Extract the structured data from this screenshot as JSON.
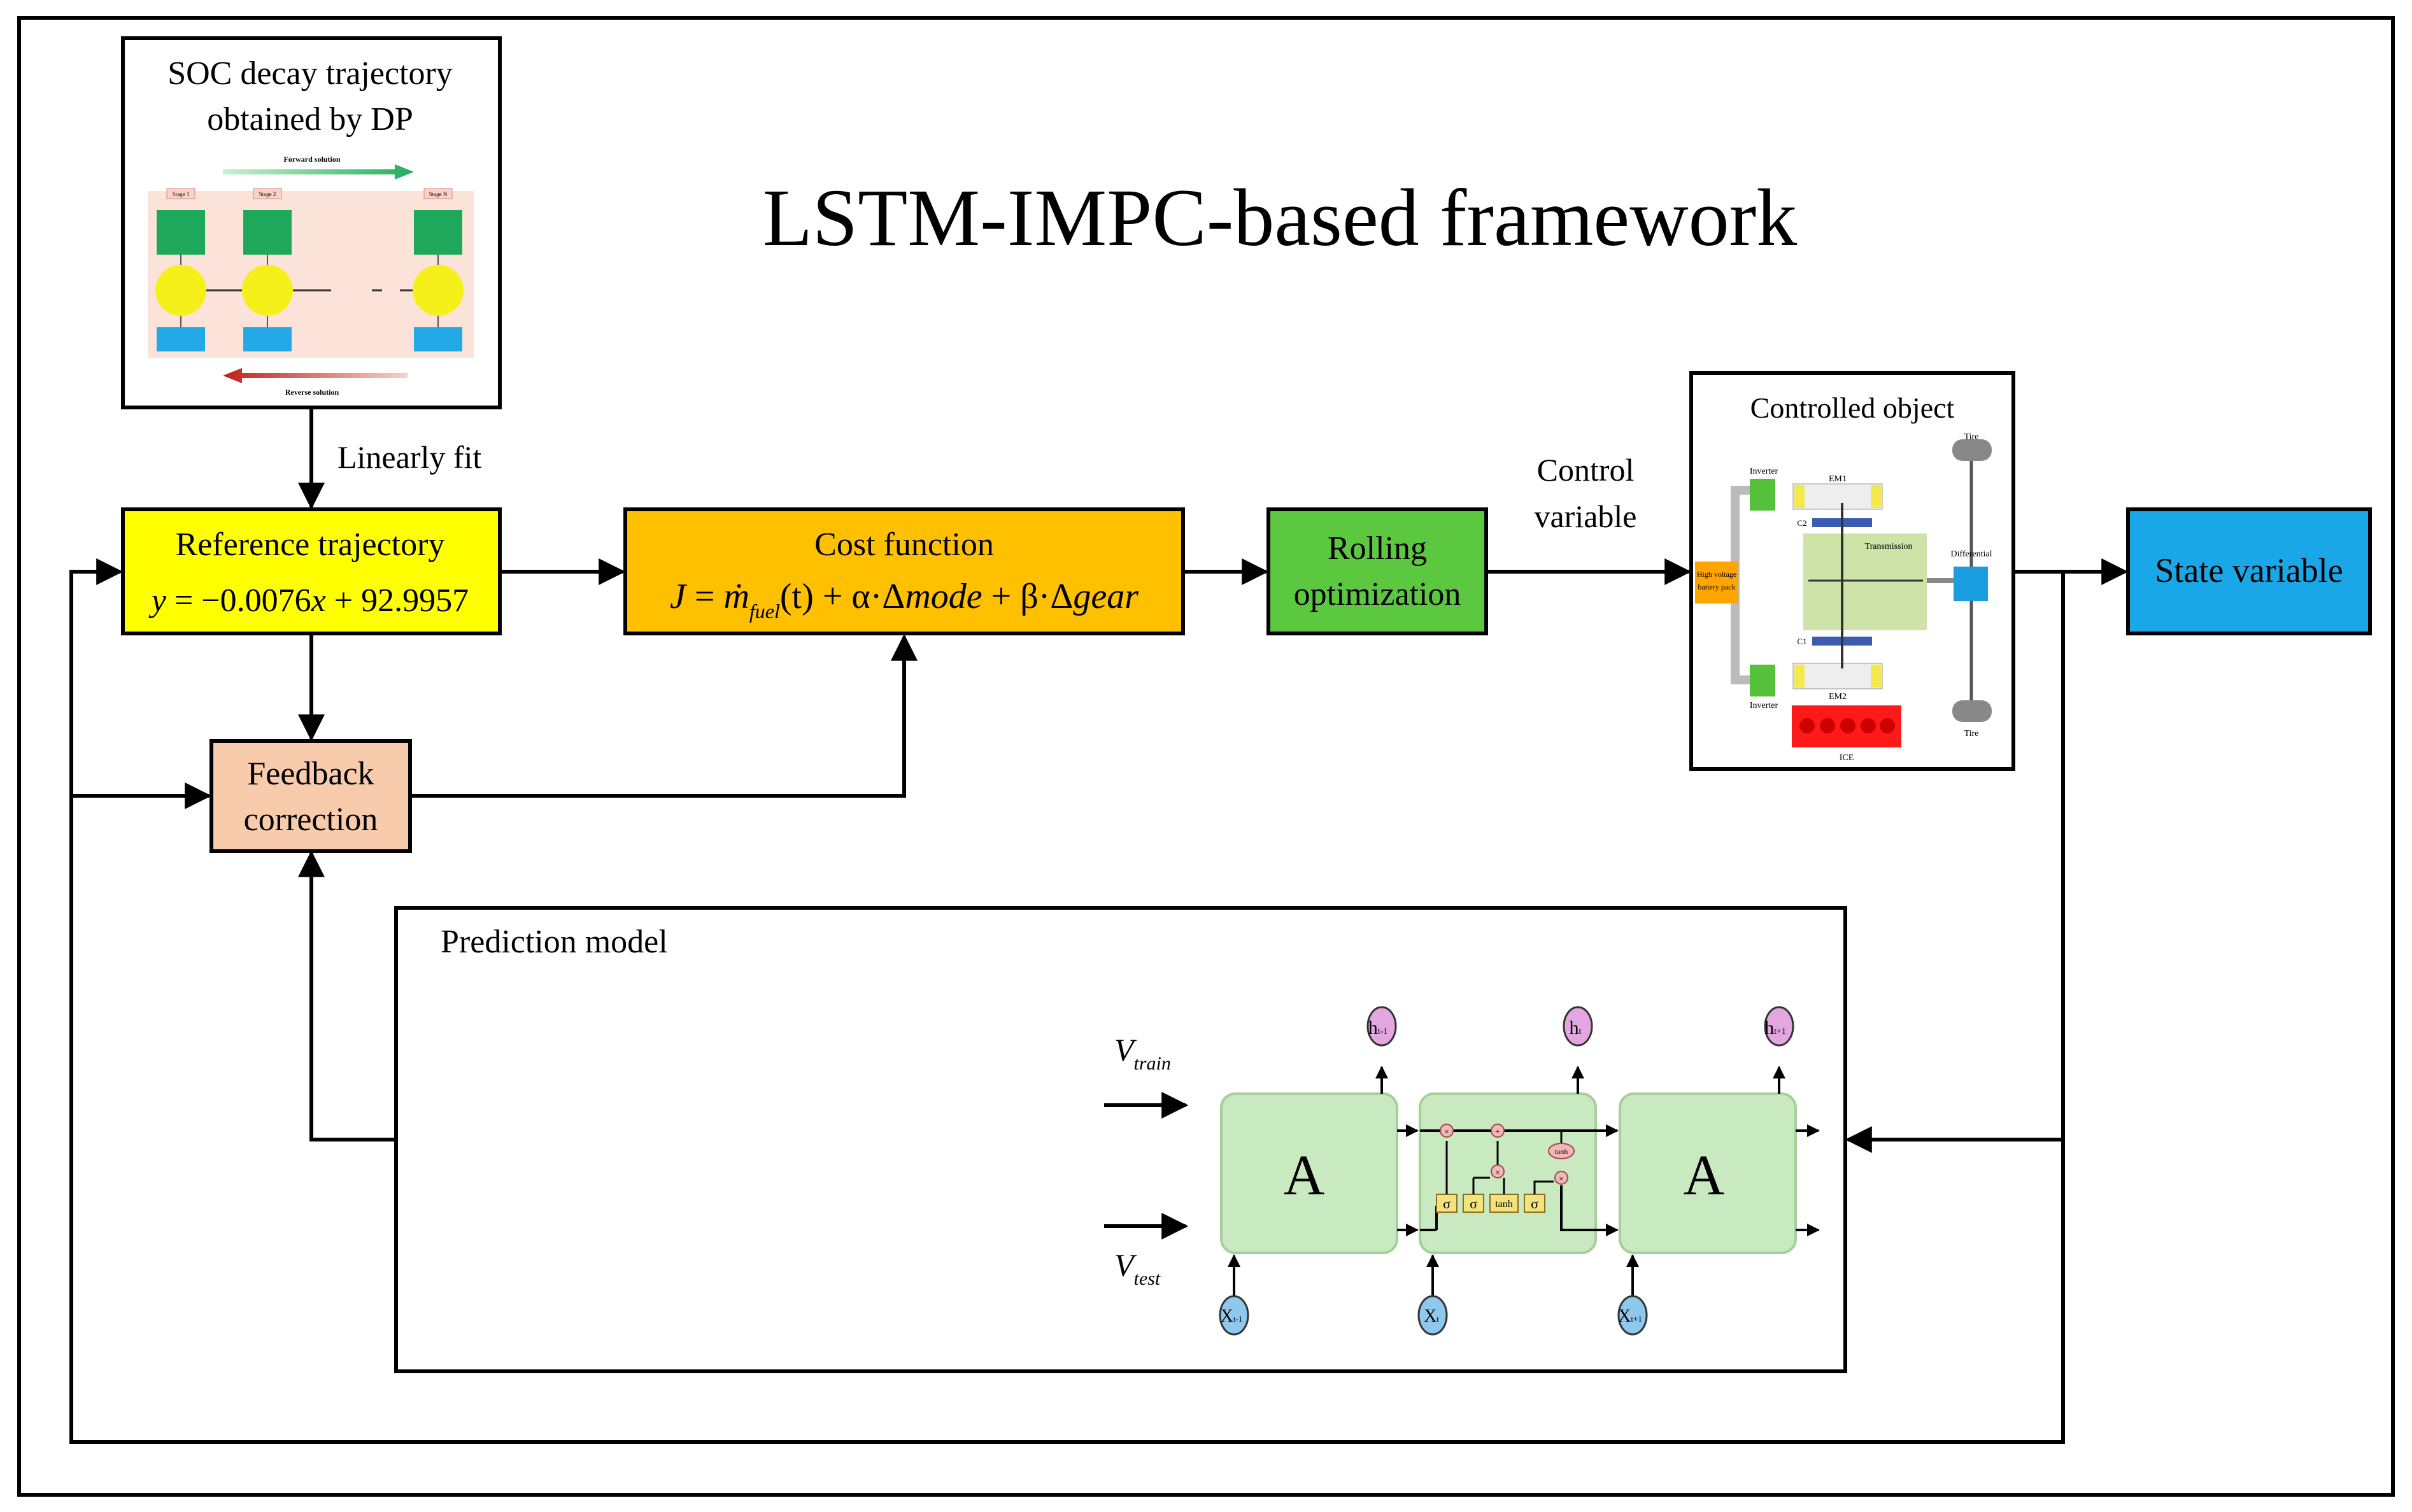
{
  "title": "LSTM-IMPC-based framework",
  "soc_box": {
    "line1": "SOC decay trajectory",
    "line2": "obtained by DP",
    "forward": "Forward solution",
    "reverse": "Reverse solution",
    "stage1": "Stage 1",
    "stage2": "Stage 2",
    "stageN": "Stage N"
  },
  "labels": {
    "linearly_fit": "Linearly fit",
    "control_var_1": "Control",
    "control_var_2": "variable"
  },
  "reference": {
    "title": "Reference trajectory",
    "eq_y": "y",
    "eq_rest": " = −0.0076",
    "eq_x": "x",
    "eq_end": " + 92.9957"
  },
  "cost": {
    "title": "Cost function",
    "J": "J",
    "eq1": " = ",
    "m": "ṁ",
    "fuel": "fuel",
    "eq2": "(t) + α·Δ",
    "mode": "mode",
    "eq3": " + β·Δ",
    "gear": "gear"
  },
  "rolling": {
    "line1": "Rolling",
    "line2": "optimization"
  },
  "controlled": {
    "title": "Controlled object",
    "inverter_top": "Inverter",
    "inverter_bottom": "Inverter",
    "em1": "EM1",
    "em2": "EM2",
    "c1": "C1",
    "c2": "C2",
    "transmission": "Transmission",
    "differential": "Differential",
    "tire_top": "Tire",
    "tire_bottom": "Tire",
    "battery1": "High voltage",
    "battery2": "battery pack",
    "ice": "ICE"
  },
  "state": {
    "label": "State variable"
  },
  "feedback": {
    "line1": "Feedback",
    "line2": "correction"
  },
  "prediction": {
    "title": "Prediction model",
    "vtrain_V": "V",
    "vtrain_sub": "train",
    "vtest_V": "V",
    "vtest_sub": "test",
    "cell_A1": "A",
    "cell_A2": "A",
    "h_prev": "h",
    "h_prev_sub": "t-1",
    "h_t": "h",
    "h_t_sub": "t",
    "h_next": "h",
    "h_next_sub": "t+1",
    "x_prev": "X",
    "x_prev_sub": "t-1",
    "x_t": "X",
    "x_t_sub": "t",
    "x_next": "X",
    "x_next_sub": "t+1",
    "gate_sigma": "σ",
    "gate_tanh": "tanh",
    "op_mul": "×",
    "op_add": "+"
  },
  "colors": {
    "reference": "#ffff00",
    "cost": "#ffc000",
    "rolling": "#5cc840",
    "state": "#1aa7e8",
    "feedback": "#f8cbad",
    "lstm_cell": "#c9eac0",
    "h_node": "#e3a6e0",
    "x_node": "#8ec8ec"
  }
}
